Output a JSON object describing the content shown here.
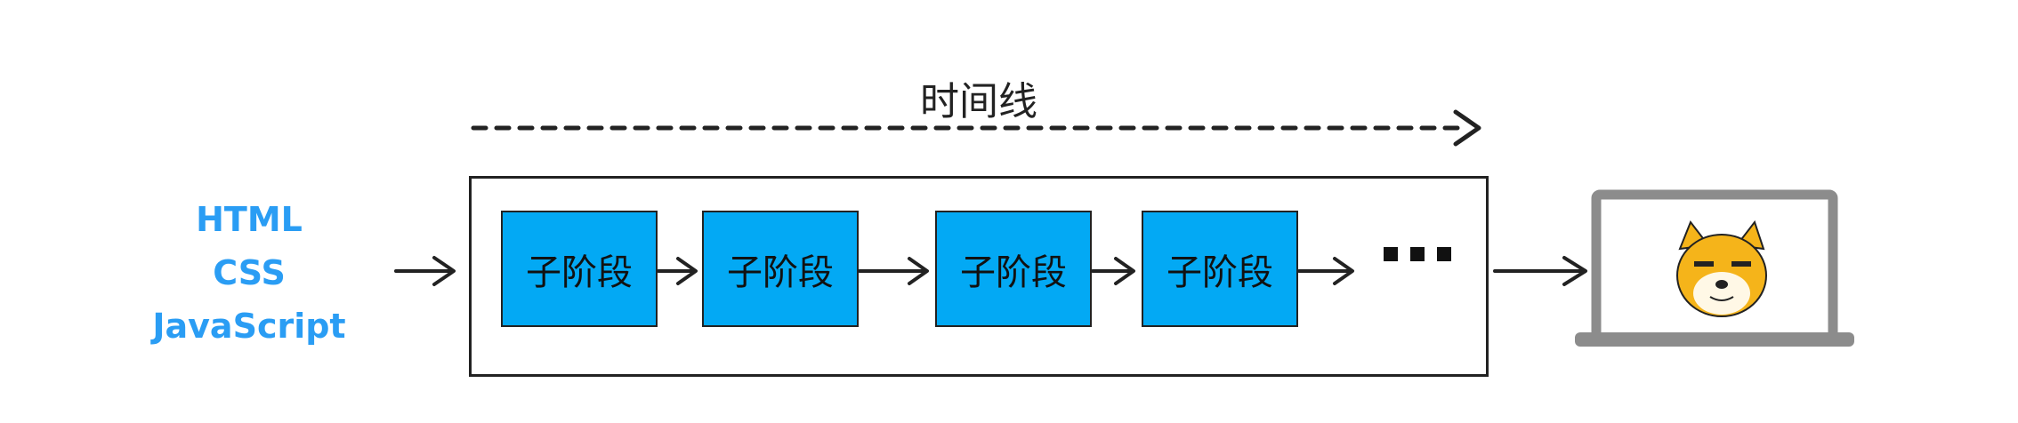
{
  "timeline": {
    "label": "时间线"
  },
  "inputs": [
    "HTML",
    "CSS",
    "JavaScript"
  ],
  "stages": [
    "子阶段",
    "子阶段",
    "子阶段",
    "子阶段"
  ],
  "colors": {
    "stage_fill": "#03a9f4",
    "input_text": "#2a9df4",
    "monitor": "#8c8c8c",
    "doge": "#f5b41a"
  },
  "icons": {
    "output": "monitor-doge-icon"
  }
}
